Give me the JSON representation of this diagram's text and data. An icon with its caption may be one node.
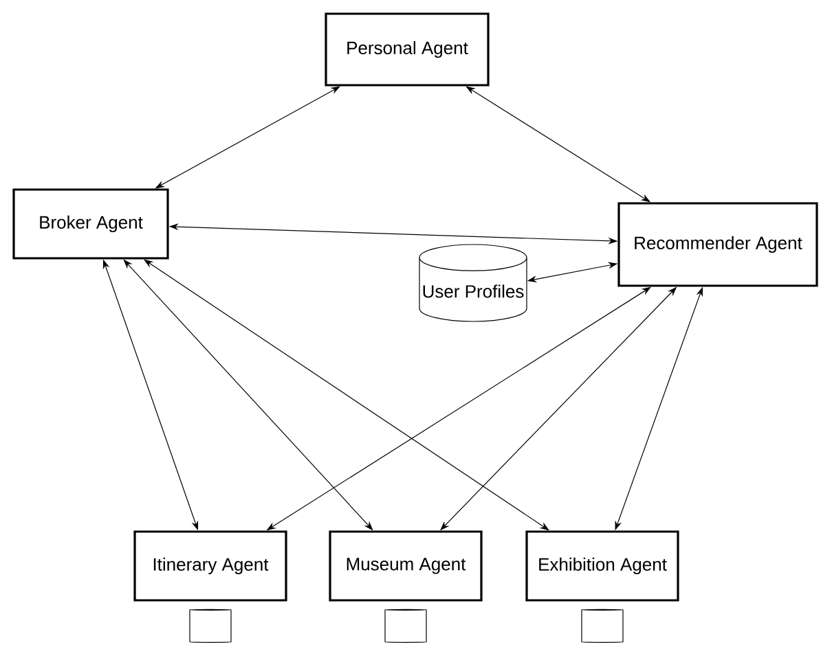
{
  "diagram": {
    "nodes": [
      {
        "text": [
          "Personal Agent"
        ]
      },
      {
        "text": [
          "Broker Agent"
        ]
      },
      {
        "text": [
          "Recommender Agent"
        ]
      },
      {
        "text": [
          "User Profiles"
        ]
      },
      {
        "text": [
          "Itinerary Agent"
        ]
      },
      {
        "text": [
          "Museum Agent"
        ]
      },
      {
        "text": [
          "Exhibition Agent"
        ]
      },
      {
        "text": [],
        "shape": "cylinder"
      },
      {
        "text": [],
        "shape": "cylinder"
      },
      {
        "text": [],
        "shape": "cylinder"
      }
    ],
    "edges": [
      {
        "from": 0,
        "to": 1,
        "arrow": "both"
      },
      {
        "from": 0,
        "to": 2,
        "arrow": "both"
      },
      {
        "from": 1,
        "to": 2,
        "arrow": "both"
      },
      {
        "from": 3,
        "to": 2,
        "arrow": "both"
      },
      {
        "from": 1,
        "to": 4,
        "arrow": "both"
      },
      {
        "from": 1,
        "to": 5,
        "arrow": "both"
      },
      {
        "from": 1,
        "to": 6,
        "arrow": "both"
      },
      {
        "from": 2,
        "to": 4,
        "arrow": "both"
      },
      {
        "from": 2,
        "to": 5,
        "arrow": "both"
      },
      {
        "from": 2,
        "to": 6,
        "arrow": "both"
      }
    ]
  }
}
